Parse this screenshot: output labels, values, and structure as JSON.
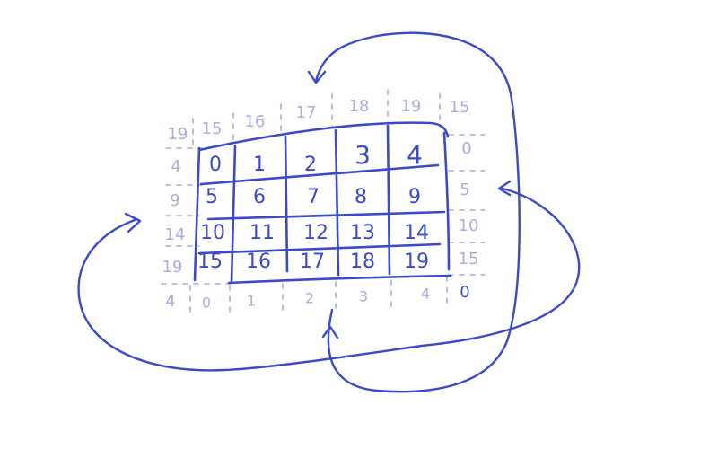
{
  "colors": {
    "ink": "#3b4bc8",
    "halo": "#a8aee0",
    "background": "#ffffff"
  },
  "grid": {
    "rows": [
      [
        "0",
        "1",
        "2",
        "3",
        "4"
      ],
      [
        "5",
        "6",
        "7",
        "8",
        "9"
      ],
      [
        "10",
        "11",
        "12",
        "13",
        "14"
      ],
      [
        "15",
        "16",
        "17",
        "18",
        "19"
      ]
    ]
  },
  "halo": {
    "top": [
      "15",
      "16",
      "17",
      "18",
      "19"
    ],
    "bottom": [
      "0",
      "1",
      "2",
      "3",
      "4"
    ],
    "left": [
      "4",
      "9",
      "14",
      "19"
    ],
    "right": [
      "0",
      "5",
      "10",
      "15"
    ],
    "corner_top_left": "19",
    "corner_top_right": "15",
    "corner_bottom_left": "4",
    "corner_bottom_right": "0"
  },
  "arrows": [
    {
      "name": "wrap-arrow-bottom-to-top",
      "direction": "bottom row wraps to top halo"
    },
    {
      "name": "wrap-arrow-right-to-left",
      "direction": "right column wraps to left halo"
    },
    {
      "name": "wrap-arrow-top-to-bottom",
      "direction": "top row wraps to bottom halo"
    },
    {
      "name": "wrap-arrow-left-to-right",
      "direction": "left column wraps to right halo"
    }
  ]
}
